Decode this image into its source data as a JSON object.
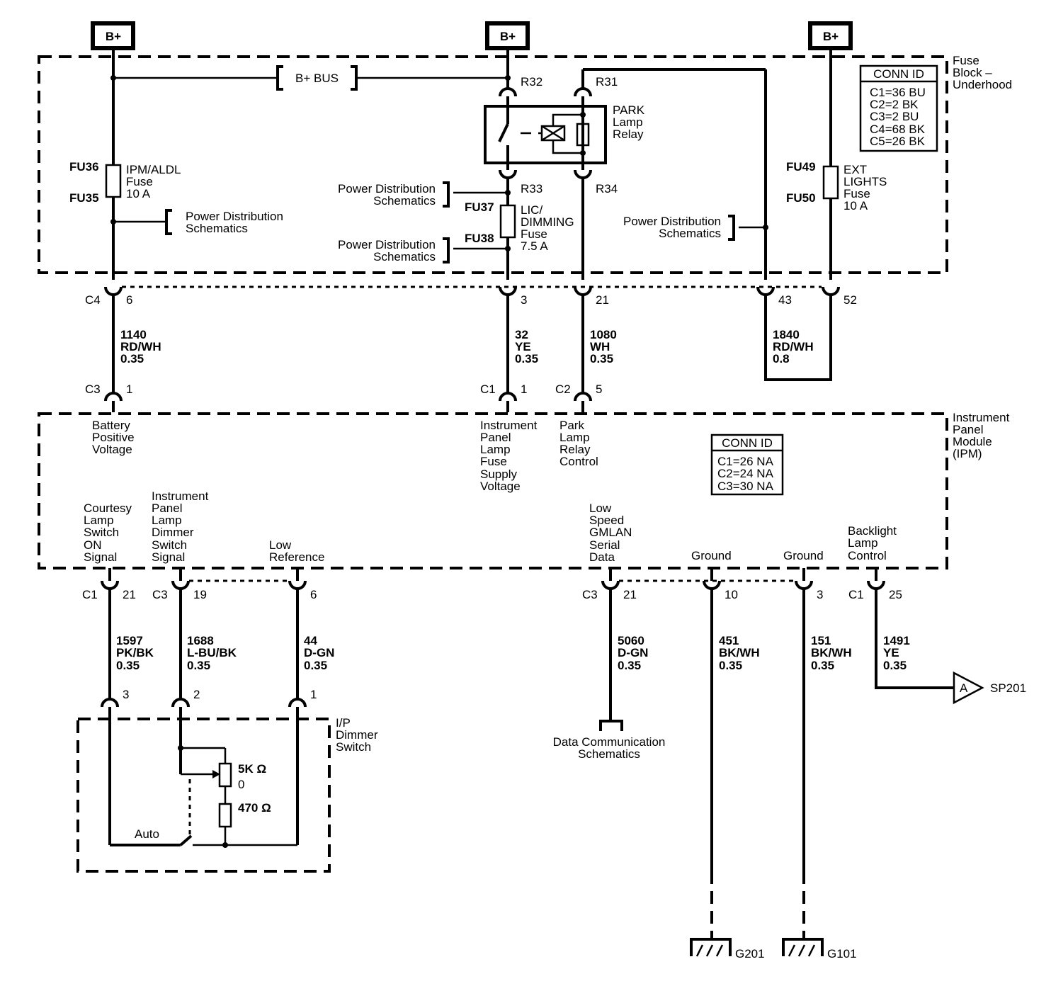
{
  "power": {
    "bplus": "B+",
    "bus": "B+ BUS"
  },
  "fuse_block": {
    "title": [
      "Fuse",
      "Block –",
      "Underhood"
    ],
    "conn_id": {
      "title": "CONN ID",
      "rows": [
        "C1=36 BU",
        "C2=2 BK",
        "C3=2 BU",
        "C4=68 BK",
        "C5=26 BK"
      ]
    },
    "fu36": "FU36",
    "fu35": "FU35",
    "ipm_fuse": [
      "IPM/ALDL",
      "Fuse",
      "10 A"
    ],
    "fu37": "FU37",
    "fu38": "FU38",
    "lic_fuse": [
      "LIC/",
      "DIMMING",
      "Fuse",
      "7.5 A"
    ],
    "fu49": "FU49",
    "fu50": "FU50",
    "ext_fuse": [
      "EXT",
      "LIGHTS",
      "Fuse",
      "10 A"
    ],
    "relay": [
      "PARK",
      "Lamp",
      "Relay"
    ],
    "r32": "R32",
    "r31": "R31",
    "r33": "R33",
    "r34": "R34",
    "pds": [
      "Power Distribution",
      "Schematics"
    ]
  },
  "fb_pins": {
    "c4": "C4",
    "p6": "6",
    "p3": "3",
    "p21": "21",
    "p43": "43",
    "p52": "52"
  },
  "wires_upper": {
    "w1140": [
      "1140",
      "RD/WH",
      "0.35"
    ],
    "w32": [
      "32",
      "YE",
      "0.35"
    ],
    "w1080": [
      "1080",
      "WH",
      "0.35"
    ],
    "w1840": [
      "1840",
      "RD/WH",
      "0.8"
    ]
  },
  "ipm_pins_top": {
    "c3": "C3",
    "c3p": "1",
    "c1": "C1",
    "c1p": "1",
    "c2": "C2",
    "c2p": "5"
  },
  "ipm": {
    "title": [
      "Instrument",
      "Panel",
      "Module",
      "(IPM)"
    ],
    "conn_id": {
      "title": "CONN ID",
      "rows": [
        "C1=26 NA",
        "C2=24 NA",
        "C3=30 NA"
      ]
    },
    "battery": [
      "Battery",
      "Positive",
      "Voltage"
    ],
    "ipl_fuse": [
      "Instrument",
      "Panel",
      "Lamp",
      "Fuse",
      "Supply",
      "Voltage"
    ],
    "park_ctrl": [
      "Park",
      "Lamp",
      "Relay",
      "Control"
    ],
    "courtesy": [
      "Courtesy",
      "Lamp",
      "Switch",
      "ON",
      "Signal"
    ],
    "dimmer_sig": [
      "Instrument",
      "Panel",
      "Lamp",
      "Dimmer",
      "Switch",
      "Signal"
    ],
    "low_ref": [
      "Low",
      "Reference"
    ],
    "gmlan": [
      "Low",
      "Speed",
      "GMLAN",
      "Serial",
      "Data"
    ],
    "ground": "Ground",
    "backlight": [
      "Backlight",
      "Lamp",
      "Control"
    ]
  },
  "ipm_pins_bottom": {
    "c1a": "C1",
    "c1ap": "21",
    "c3a": "C3",
    "c3ap": "19",
    "p6": "6",
    "c3b": "C3",
    "c3bp": "21",
    "p10": "10",
    "p3": "3",
    "c1b": "C1",
    "c1bp": "25"
  },
  "wires_lower": {
    "w1597": [
      "1597",
      "PK/BK",
      "0.35"
    ],
    "w1688": [
      "1688",
      "L-BU/BK",
      "0.35"
    ],
    "w44": [
      "44",
      "D-GN",
      "0.35"
    ],
    "w5060": [
      "5060",
      "D-GN",
      "0.35"
    ],
    "w451": [
      "451",
      "BK/WH",
      "0.35"
    ],
    "w151": [
      "151",
      "BK/WH",
      "0.35"
    ],
    "w1491": [
      "1491",
      "YE",
      "0.35"
    ]
  },
  "dimmer_switch": {
    "title": [
      "I/P",
      "Dimmer",
      "Switch"
    ],
    "pins": [
      "3",
      "2",
      "1"
    ],
    "r5k": "5K Ω",
    "zero": "0",
    "r470": "470 Ω",
    "auto": "Auto"
  },
  "data_comm": [
    "Data Communication",
    "Schematics"
  ],
  "offpage": {
    "letter": "A",
    "ref": "SP201"
  },
  "grounds": {
    "g201": "G201",
    "g101": "G101"
  }
}
